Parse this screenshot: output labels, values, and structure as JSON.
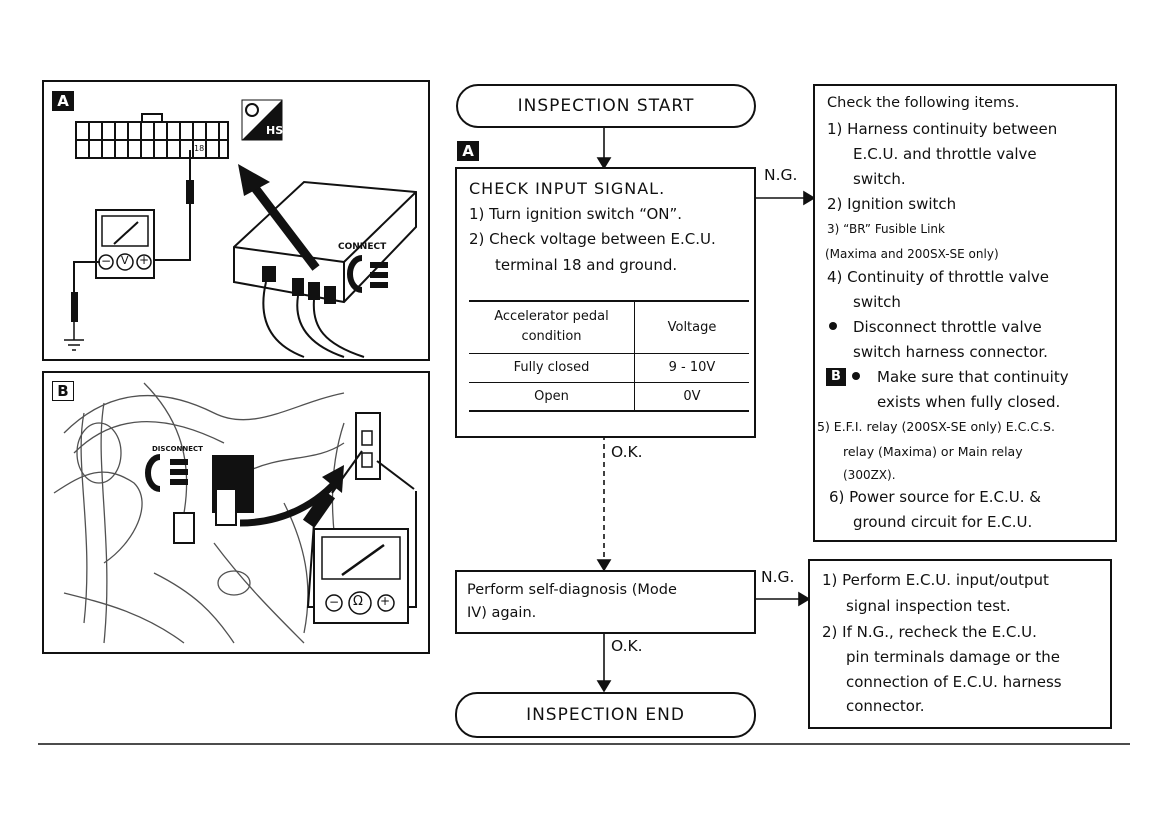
{
  "panels": {
    "a": {
      "tag": "A",
      "hs": "HS",
      "connect": "CONNECT",
      "probe_pin": "18",
      "meter_minus": "−",
      "meter_v": "V",
      "meter_plus": "+"
    },
    "b": {
      "tag": "B",
      "disconnect": "DISCONNECT",
      "meter_minus": "−",
      "meter_ohm": "Ω",
      "meter_plus": "+"
    }
  },
  "flow": {
    "start": "INSPECTION START",
    "end": "INSPECTION END",
    "tag_a": "A",
    "check": {
      "title": "CHECK INPUT SIGNAL.",
      "step1": "1) Turn ignition switch “ON”.",
      "step2a": "2) Check voltage between E.C.U.",
      "step2b": "terminal 18 and ground.",
      "table": {
        "head_cond_1": "Accelerator pedal",
        "head_cond_2": "condition",
        "head_volt": "Voltage",
        "rows": [
          {
            "cond": "Fully closed",
            "volt": "9 - 10V"
          },
          {
            "cond": "Open",
            "volt": "0V"
          }
        ]
      }
    },
    "ng1": "N.G.",
    "ok1": "O.K.",
    "selfdiag": {
      "line1": "Perform self-diagnosis (Mode",
      "line2": "IV) again."
    },
    "ng2": "N.G.",
    "ok2": "O.K."
  },
  "ng_box1": {
    "title": "Check the following items.",
    "l1": "1) Harness continuity between",
    "l1b": "E.C.U. and throttle valve",
    "l1c": "switch.",
    "l2": "2) Ignition switch",
    "l3": "3) “BR” Fusible Link",
    "l3b": "(Maxima and 200SX-SE only)",
    "l4": "4) Continuity of throttle valve",
    "l4b": "switch",
    "bul1": "Disconnect throttle valve",
    "bul1b": "switch harness connector.",
    "tag_b": "B",
    "bul2": "Make sure that continuity",
    "bul2b": "exists when fully closed.",
    "l5": "5) E.F.I. relay (200SX-SE only) E.C.C.S.",
    "l5b": "relay   (Maxima)   or   Main   relay",
    "l5c": "(300ZX).",
    "l6": "6) Power source for E.C.U. &",
    "l6b": "ground circuit for E.C.U."
  },
  "ng_box2": {
    "l1": "1) Perform E.C.U. input/output",
    "l1b": "signal inspection test.",
    "l2": "2) If N.G., recheck the E.C.U.",
    "l2b": "pin terminals damage or the",
    "l2c": "connection of E.C.U. harness",
    "l2d": "connector."
  }
}
